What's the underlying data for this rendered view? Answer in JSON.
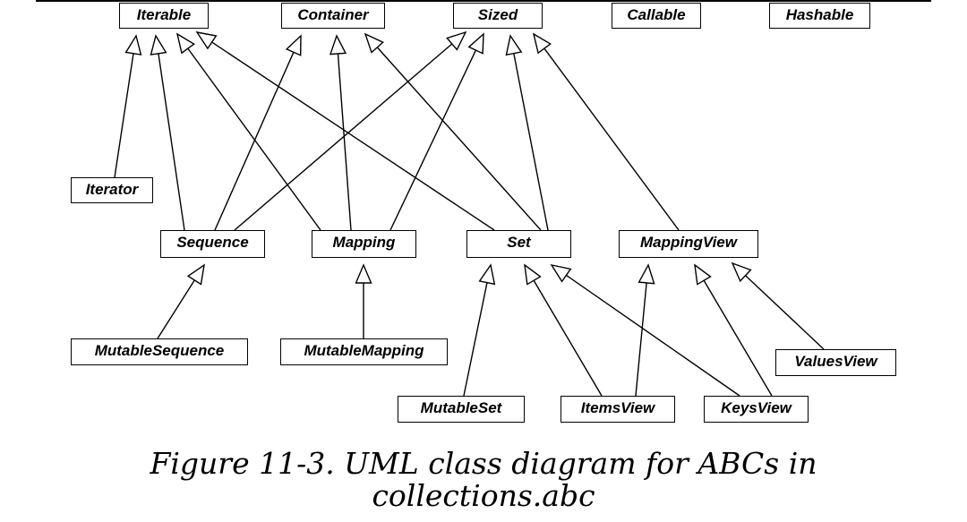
{
  "classes": {
    "iterable": "Iterable",
    "container": "Container",
    "sized": "Sized",
    "callable": "Callable",
    "hashable": "Hashable",
    "iterator": "Iterator",
    "sequence": "Sequence",
    "mapping": "Mapping",
    "set": "Set",
    "mappingview": "MappingView",
    "mutablesequence": "MutableSequence",
    "mutablemapping": "MutableMapping",
    "mutableset": "MutableSet",
    "itemsview": "ItemsView",
    "keysview": "KeysView",
    "valuesview": "ValuesView"
  },
  "inheritance": [
    [
      "iterator",
      "iterable"
    ],
    [
      "sequence",
      "iterable"
    ],
    [
      "sequence",
      "container"
    ],
    [
      "sequence",
      "sized"
    ],
    [
      "mapping",
      "iterable"
    ],
    [
      "mapping",
      "container"
    ],
    [
      "mapping",
      "sized"
    ],
    [
      "set",
      "iterable"
    ],
    [
      "set",
      "container"
    ],
    [
      "set",
      "sized"
    ],
    [
      "mappingview",
      "sized"
    ],
    [
      "mutablesequence",
      "sequence"
    ],
    [
      "mutablemapping",
      "mapping"
    ],
    [
      "mutableset",
      "set"
    ],
    [
      "itemsview",
      "set"
    ],
    [
      "itemsview",
      "mappingview"
    ],
    [
      "keysview",
      "set"
    ],
    [
      "keysview",
      "mappingview"
    ],
    [
      "valuesview",
      "mappingview"
    ]
  ],
  "caption": {
    "line1": "Figure 11-3. UML class diagram for ABCs in",
    "line2": "collections.abc"
  }
}
